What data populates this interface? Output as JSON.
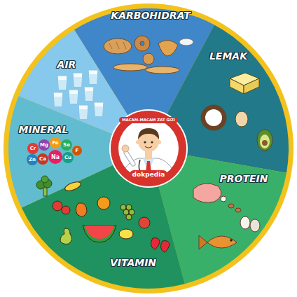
{
  "diagram": {
    "nodes": [
      {
        "text": [
          "KARBOHIDRAT"
        ]
      },
      {
        "text": [
          "AIR"
        ]
      },
      {
        "text": [
          "LEMAK"
        ]
      },
      {
        "text": [
          "MINERAL"
        ]
      },
      {
        "text": [
          "MACAM-MACAM ZAT GIZI",
          "dokpedia"
        ]
      },
      {
        "text": [
          "PROTEIN"
        ]
      },
      {
        "text": [
          "VITAMIN"
        ]
      }
    ],
    "labels": [
      "Cr",
      "Mg",
      "Fe",
      "Se",
      "Zn",
      "Ca",
      "Na",
      "Cu",
      "F"
    ]
  }
}
